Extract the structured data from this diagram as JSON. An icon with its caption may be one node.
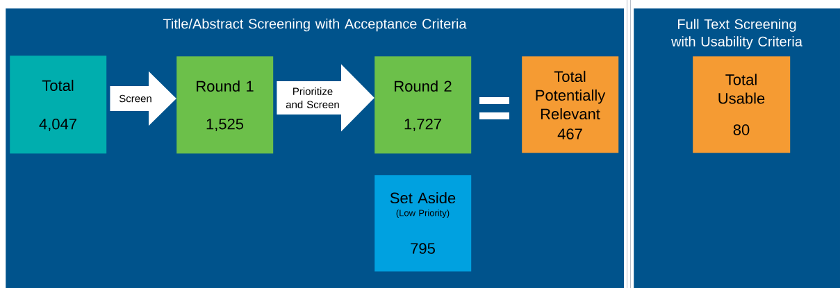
{
  "diagram": {
    "nodes": [
      {
        "text": [
          "Title/Abstract Screening with Acceptance Criteria"
        ]
      },
      {
        "text": [
          "Total",
          "4,047"
        ],
        "in": 0
      },
      {
        "text": [
          "Round 1",
          "1,525"
        ],
        "in": 0
      },
      {
        "text": [
          "Round 2",
          "1,727"
        ],
        "in": 0
      },
      {
        "text": [
          "Total Potentially Relevant",
          "467"
        ],
        "in": 0
      },
      {
        "text": [
          "Set Aside",
          "(Low Priority)",
          "795"
        ],
        "in": 0
      },
      {
        "text": [
          "Full Text Screening with Usability Criteria"
        ]
      },
      {
        "text": [
          "Total Usable",
          "80"
        ],
        "in": 6
      }
    ],
    "edges": [
      {
        "from": 1,
        "to": 2,
        "arrow": "to",
        "label": "Screen"
      },
      {
        "from": 2,
        "to": 3,
        "arrow": "to",
        "label": "Prioritize and Screen"
      }
    ]
  }
}
